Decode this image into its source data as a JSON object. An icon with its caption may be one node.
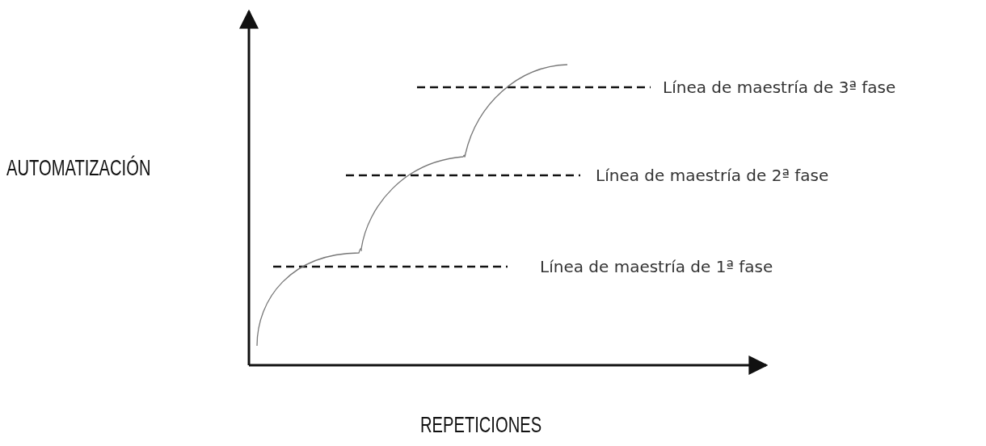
{
  "diagram": {
    "labels": [
      "AUTOMATIZACIÓN",
      "Línea de maestría de 3ª fase",
      "Línea de maestría de 2ª fase",
      "Línea de maestría de 1ª fase",
      "REPETICIONES"
    ]
  }
}
